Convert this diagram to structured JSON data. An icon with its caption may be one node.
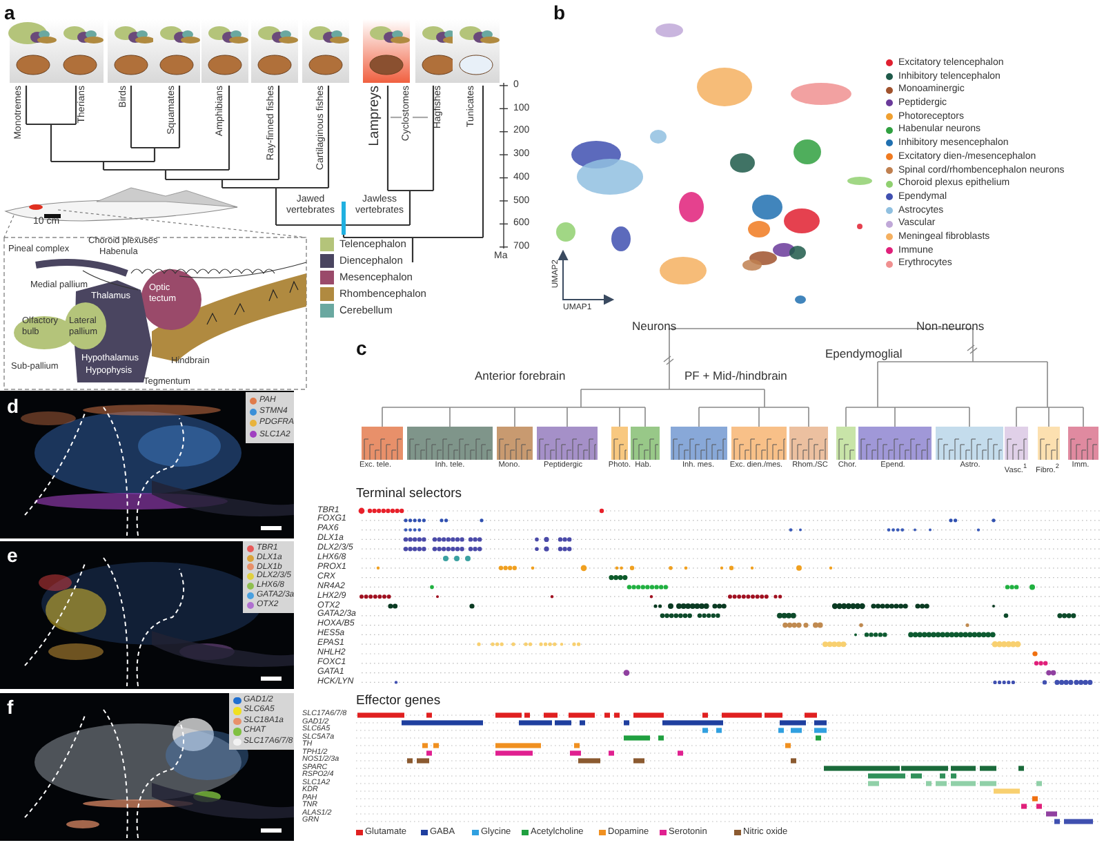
{
  "diagram": {
    "labels": [
      "a",
      "Monotremes",
      "Therians",
      "Birds",
      "Squamates",
      "Amphibians",
      "Ray-finned fishes",
      "Cartilaginous fishes",
      "Lampreys",
      "Cyclostomes",
      "Hagfishes",
      "Tunicates",
      "0",
      "100",
      "200",
      "300",
      "400",
      "500",
      "600",
      "700",
      "Ma",
      "Jawed vertebrates",
      "Jawless vertebrates",
      "10 cm",
      "Pineal complex",
      "Choroid plexuses",
      "Habenula",
      "Medial pallium",
      "Thalamus",
      "Optic tectum",
      "Olfactory bulb",
      "Lateral pallium",
      "Sub-pallium",
      "Hypothalamus",
      "Hypophysis",
      "Hindbrain",
      "Tegmentum",
      "b",
      "UMAP2",
      "UMAP1",
      "c",
      "Neurons",
      "Non-neurons",
      "Ependymoglial",
      "Anterior forebrain",
      "PF + Mid-/hindbrain",
      "Exc. tele.",
      "Inh. tele.",
      "Mono.",
      "Peptidergic",
      "Photo.",
      "Hab.",
      "Inh. mes.",
      "Exc. dien./mes.",
      "Rhom./SC",
      "Chor.",
      "Epend.",
      "Astro.",
      "Vasc.$^{1}$",
      "Fibro.$^{2}$",
      "Imm.",
      "Terminal selectors",
      "TBR1",
      "FOXG1",
      "PAX6",
      "DLX1a",
      "DLX2/3/5",
      "LHX6/8",
      "PROX1",
      "CRX",
      "NR4A2",
      "LHX2/9",
      "OTX2",
      "GATA2/3a",
      "HOXA/B5",
      "HES5a",
      "EPAS1",
      "NHLH2",
      "FOXC1",
      "GATA1",
      "HCK/LYN",
      "Effector genes",
      "SLC17A6/7/8",
      "GAD1/2",
      "SLC6A5",
      "SLC5A7a",
      "TH",
      "TPH1/2",
      "NOS1/2/3a",
      "SPARC",
      "RSPO2/4",
      "SLC1A2",
      "KDR",
      "PAH",
      "TNR",
      "ALAS1/2",
      "GRN",
      "d",
      "e",
      "f"
    ],
    "legend": [
      {
        "text": "Telencephalon",
        "color": "#b4c47a"
      },
      {
        "text": "Diencephalon",
        "color": "#4a4560"
      },
      {
        "text": "Mesencephalon",
        "color": "#9a4a6a"
      },
      {
        "text": "Rhombencephalon",
        "color": "#b08a40"
      },
      {
        "text": "Cerebellum",
        "color": "#6aa8a0"
      },
      {
        "text": "Excitatory telencephalon",
        "color": "#e02030"
      },
      {
        "text": "Inhibitory telencephalon",
        "color": "#1f5a4a"
      },
      {
        "text": "Monoaminergic",
        "color": "#a0522d"
      },
      {
        "text": "Peptidergic",
        "color": "#6a3a9a"
      },
      {
        "text": "Photoreceptors",
        "color": "#f0a030"
      },
      {
        "text": "Habenular neurons",
        "color": "#30a040"
      },
      {
        "text": "Inhibitory mesencephalon",
        "color": "#2070b0"
      },
      {
        "text": "Excitatory dien-/mesencephalon",
        "color": "#f07a20"
      },
      {
        "text": "Spinal cord/rhombencephalon neurons",
        "color": "#c08050"
      },
      {
        "text": "Choroid plexus epithelium",
        "color": "#90d070"
      },
      {
        "text": "Ependymal",
        "color": "#4050b0"
      },
      {
        "text": "Astrocytes",
        "color": "#90c0e0"
      },
      {
        "text": "Vascular",
        "color": "#c0a8d8"
      },
      {
        "text": "Meningeal fibroblasts",
        "color": "#f5b060"
      },
      {
        "text": "Immune",
        "color": "#e0207a"
      },
      {
        "text": "Erythrocytes",
        "color": "#f09090"
      },
      {
        "text": "PAH",
        "color": "#e07b4a"
      },
      {
        "text": "STMN4",
        "color": "#3a8fd8"
      },
      {
        "text": "PDGFRA",
        "color": "#e8b33c"
      },
      {
        "text": "SLC1A2",
        "color": "#a040c0"
      },
      {
        "text": "TBR1",
        "color": "#e85a5a"
      },
      {
        "text": "DLX1a",
        "color": "#d9a23a"
      },
      {
        "text": "DLX1b",
        "color": "#e8906a"
      },
      {
        "text": "DLX2/3/5",
        "color": "#e0d040"
      },
      {
        "text": "LHX6/8",
        "color": "#8fbf50"
      },
      {
        "text": "GATA2/3a",
        "color": "#4aa0e0"
      },
      {
        "text": "OTX2",
        "color": "#b070d0"
      },
      {
        "text": "GAD1/2",
        "color": "#1f6fd0"
      },
      {
        "text": "SLC6A5",
        "color": "#f0e020"
      },
      {
        "text": "SLC18A1a",
        "color": "#e8906a"
      },
      {
        "text": "CHAT",
        "color": "#80c040"
      },
      {
        "text": "SLC17A6/7/8",
        "color": "#f2f2f2"
      },
      {
        "text": "Glutamate",
        "color": "#e02020"
      },
      {
        "text": "GABA",
        "color": "#1f3f9f"
      },
      {
        "text": "Glycine",
        "color": "#30a0e0"
      },
      {
        "text": "Acetylcholine",
        "color": "#20a040"
      },
      {
        "text": "Dopamine",
        "color": "#f09020"
      },
      {
        "text": "Serotonin",
        "color": "#e02090"
      },
      {
        "text": "Nitric oxide",
        "color": "#8b5a30"
      }
    ]
  }
}
